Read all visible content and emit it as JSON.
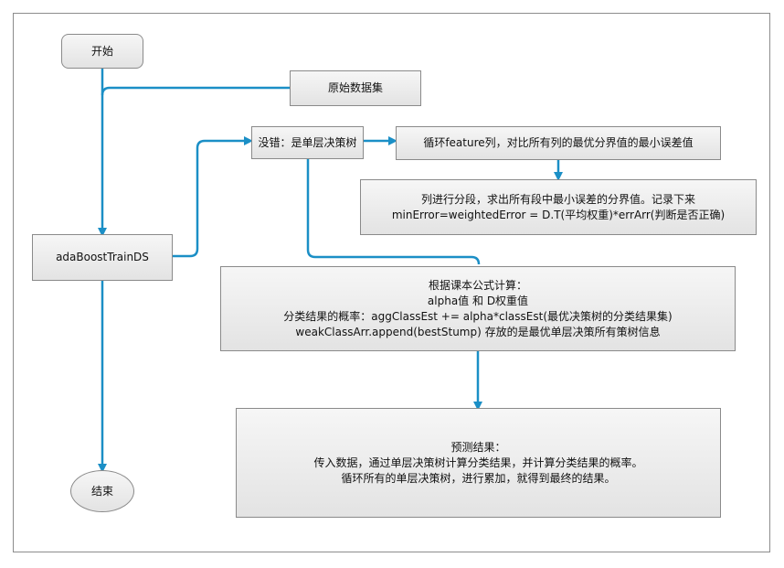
{
  "nodes": {
    "start": "开始",
    "raw_dataset": "原始数据集",
    "stump_note": "没错：是单层决策树",
    "loop_features": "循环feature列，对比所有列的最优分界值的最小误差值",
    "segment": {
      "line1": "列进行分段，求出所有段中最小误差的分界值。记录下来",
      "line2": "minError=weightedError = D.T(平均权重)*errArr(判断是否正确)"
    },
    "train": "adaBoostTrainDS",
    "formula": {
      "line1": "根据课本公式计算：",
      "line2": "alpha值 和 D权重值",
      "line3": "分类结果的概率：aggClassEst += alpha*classEst(最优决策树的分类结果集)",
      "line4": "weakClassArr.append(bestStump) 存放的是最优单层决策所有策树信息"
    },
    "predict": {
      "line1": "预测结果：",
      "line2": "传入数据，通过单层决策树计算分类结果，并计算分类结果的概率。",
      "line3": "循环所有的单层决策树，进行累加，就得到最终的结果。"
    },
    "end": "结束"
  },
  "colors": {
    "connector": "#1b8fc6",
    "border": "#8a8a8a"
  }
}
